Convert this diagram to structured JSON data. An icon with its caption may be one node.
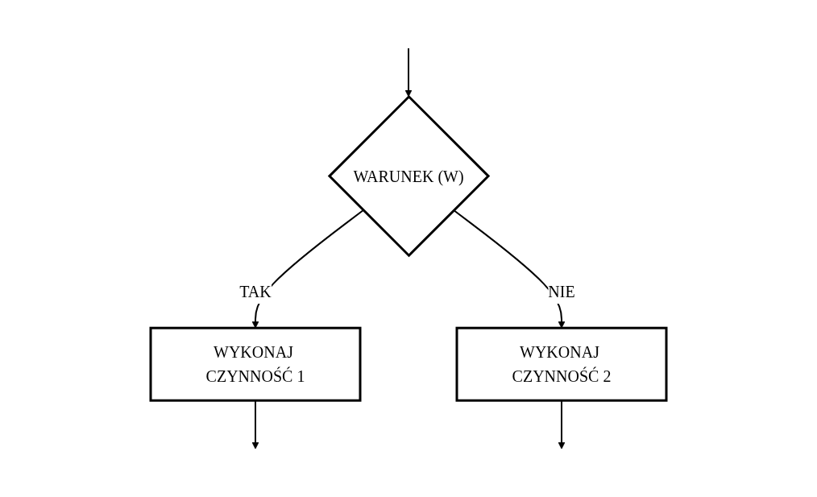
{
  "diagram": {
    "nodes": [
      {
        "text": [
          "WARUNEK (W)"
        ]
      },
      {
        "text": [
          "WYKONAJ CZYNNOŚĆ 1"
        ]
      },
      {
        "text": [
          "WYKONAJ CZYNNOŚĆ 2"
        ]
      }
    ],
    "edges": [
      {
        "from": null,
        "to": 0,
        "arrow": "to"
      },
      {
        "from": 0,
        "to": 1,
        "arrow": "to",
        "label": "TAK"
      },
      {
        "from": 0,
        "to": 2,
        "arrow": "to",
        "label": "NIE"
      },
      {
        "from": 1,
        "to": null,
        "arrow": "to"
      },
      {
        "from": 2,
        "to": null,
        "arrow": "to"
      }
    ]
  }
}
